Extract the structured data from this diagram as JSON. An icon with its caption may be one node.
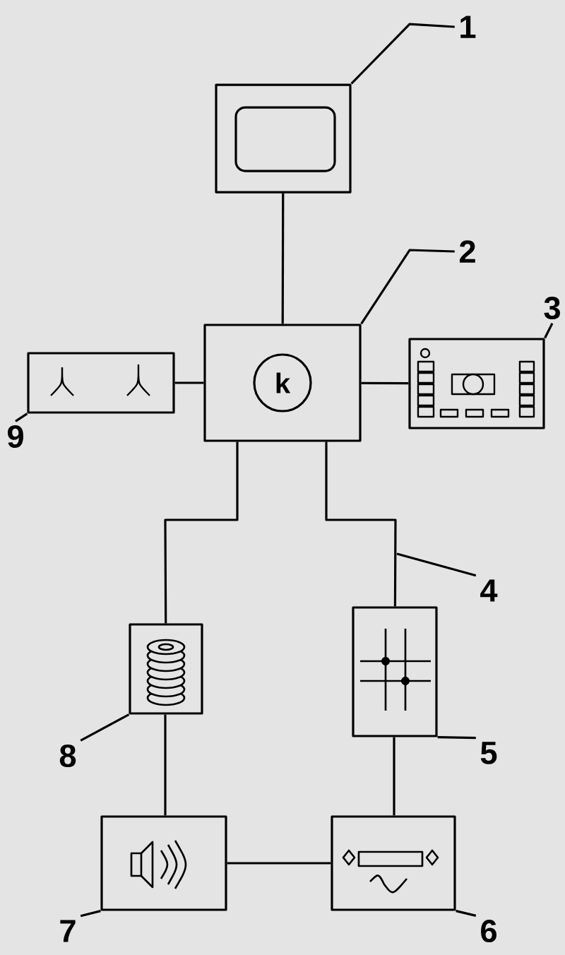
{
  "diagram": {
    "nodes": [
      {
        "text": [],
        "shape": "box"
      },
      {
        "text": [],
        "shape": "box"
      },
      {
        "text": [
          "k"
        ],
        "in": 1
      },
      {
        "text": [],
        "shape": "box"
      },
      {
        "text": [],
        "shape": "box"
      },
      {
        "text": [],
        "shape": "box"
      },
      {
        "text": [],
        "shape": "box"
      },
      {
        "text": [],
        "shape": "box"
      },
      {
        "text": [],
        "shape": "box"
      },
      {
        "text": [
          "1"
        ]
      },
      {
        "text": [
          "2"
        ]
      },
      {
        "text": [
          "3"
        ]
      },
      {
        "text": [
          "4"
        ]
      },
      {
        "text": [
          "5"
        ]
      },
      {
        "text": [
          "6"
        ]
      },
      {
        "text": [
          "7"
        ]
      },
      {
        "text": [
          "8"
        ]
      },
      {
        "text": [
          "9"
        ]
      }
    ],
    "edges": [
      {
        "from": 0,
        "to": 1,
        "arrow": "none"
      },
      {
        "from": 4,
        "to": 1,
        "arrow": "none"
      },
      {
        "from": 1,
        "to": 3,
        "arrow": "none"
      },
      {
        "from": 1,
        "to": 5,
        "arrow": "none"
      },
      {
        "from": 1,
        "to": 6,
        "arrow": "none"
      },
      {
        "from": 5,
        "to": 7,
        "arrow": "none"
      },
      {
        "from": 6,
        "to": 8,
        "arrow": "none"
      },
      {
        "from": 7,
        "to": 8,
        "arrow": "none"
      },
      {
        "from": 9,
        "to": 0,
        "arrow": "none"
      },
      {
        "from": 10,
        "to": 1,
        "arrow": "none"
      },
      {
        "from": 11,
        "to": 3,
        "arrow": "none"
      },
      {
        "from": 12,
        "to": null,
        "arrow": "none"
      },
      {
        "from": 13,
        "to": 6,
        "arrow": "none"
      },
      {
        "from": 14,
        "to": 8,
        "arrow": "none"
      },
      {
        "from": 15,
        "to": 7,
        "arrow": "none"
      },
      {
        "from": 16,
        "to": 5,
        "arrow": "none"
      },
      {
        "from": 17,
        "to": 4,
        "arrow": "none"
      }
    ]
  }
}
